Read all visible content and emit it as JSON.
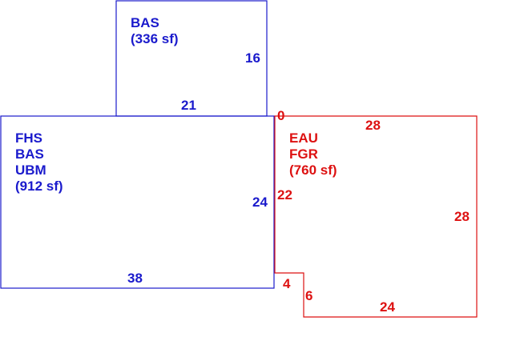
{
  "colors": {
    "blue_area": "#1a1acc",
    "red_area": "#dd1111",
    "background": "#ffffff"
  },
  "areas": [
    {
      "id": "upper-bas",
      "color": "blue",
      "codes": [
        "BAS"
      ],
      "size": "(336 sf)",
      "dimensions": [
        "16",
        "21"
      ]
    },
    {
      "id": "main-house",
      "color": "blue",
      "codes": [
        "FHS",
        "BAS",
        "UBM"
      ],
      "size": "(912 sf)",
      "dimensions": [
        "24",
        "38"
      ]
    },
    {
      "id": "garage",
      "color": "red",
      "codes": [
        "EAU",
        "FGR"
      ],
      "size": "(760 sf)",
      "dimensions": [
        "0",
        "28",
        "22",
        "28",
        "4",
        "6",
        "24"
      ]
    }
  ]
}
